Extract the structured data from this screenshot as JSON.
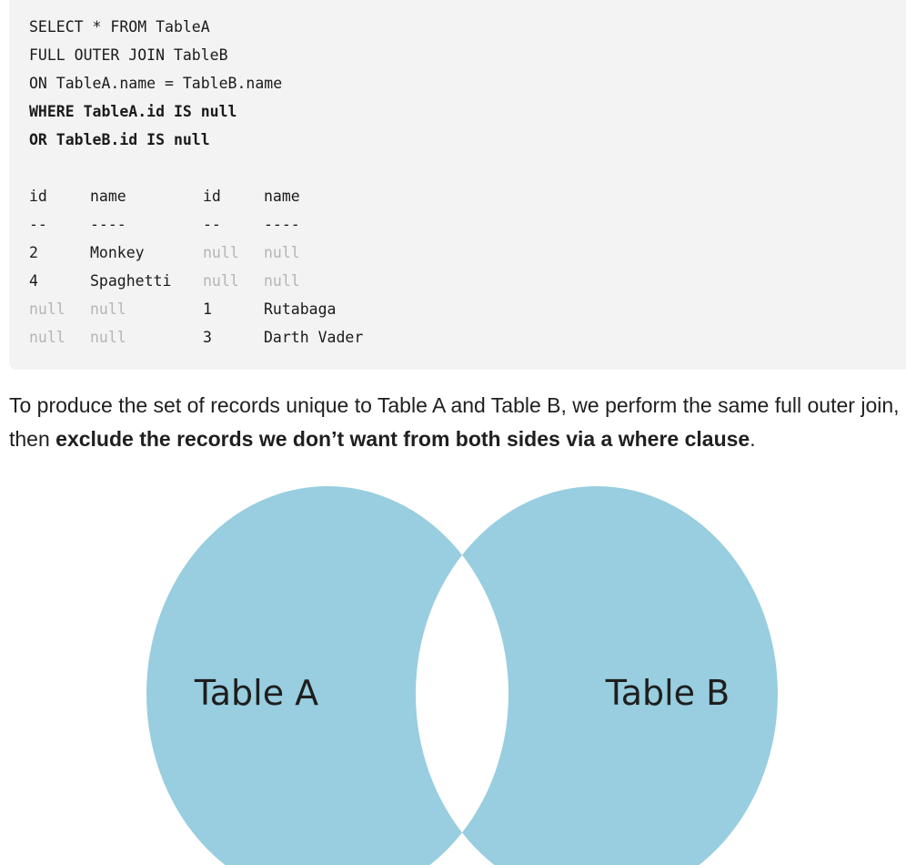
{
  "code": {
    "query_lines": [
      "SELECT * FROM TableA",
      "FULL OUTER JOIN TableB",
      "ON TableA.name = TableB.name",
      "WHERE TableA.id IS null",
      "OR TableB.id IS null"
    ],
    "result": {
      "headers": [
        "id",
        "name",
        "id",
        "name"
      ],
      "separators": [
        "--",
        "----",
        "--",
        "----"
      ],
      "rows": [
        [
          "2",
          "Monkey",
          "null",
          "null"
        ],
        [
          "4",
          "Spaghetti",
          "null",
          "null"
        ],
        [
          "null",
          "null",
          "1",
          "Rutabaga"
        ],
        [
          "null",
          "null",
          "3",
          "Darth Vader"
        ]
      ]
    }
  },
  "prose": {
    "lead": "To produce the set of records unique to Table A and Table B, we perform the same full outer join, then ",
    "emphasis": "exclude the records we don’t want from both sides via a where clause",
    "tail": "."
  },
  "venn": {
    "label_a": "Table A",
    "label_b": "Table B",
    "fill_color": "#98cedf",
    "overlap_color": "#ffffff"
  }
}
